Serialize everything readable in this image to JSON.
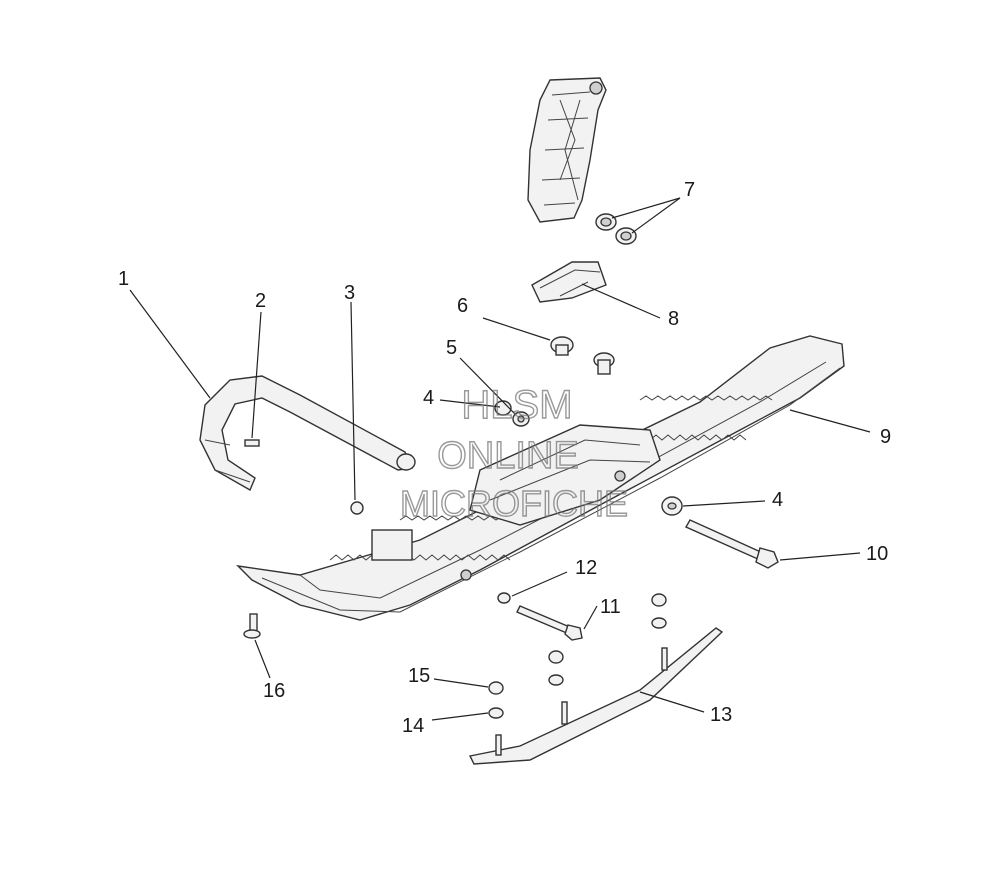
{
  "callouts": [
    {
      "number": "1"
    },
    {
      "number": "2"
    },
    {
      "number": "3"
    },
    {
      "number": "4"
    },
    {
      "number": "5"
    },
    {
      "number": "6"
    },
    {
      "number": "7"
    },
    {
      "number": "8"
    },
    {
      "number": "9"
    },
    {
      "number": "4"
    },
    {
      "number": "10"
    },
    {
      "number": "11"
    },
    {
      "number": "12"
    },
    {
      "number": "13"
    },
    {
      "number": "14"
    },
    {
      "number": "15"
    },
    {
      "number": "16"
    }
  ],
  "watermark": {
    "line1": "HLSM",
    "line2": "ONLINE",
    "line3": "MICROFICHE"
  }
}
